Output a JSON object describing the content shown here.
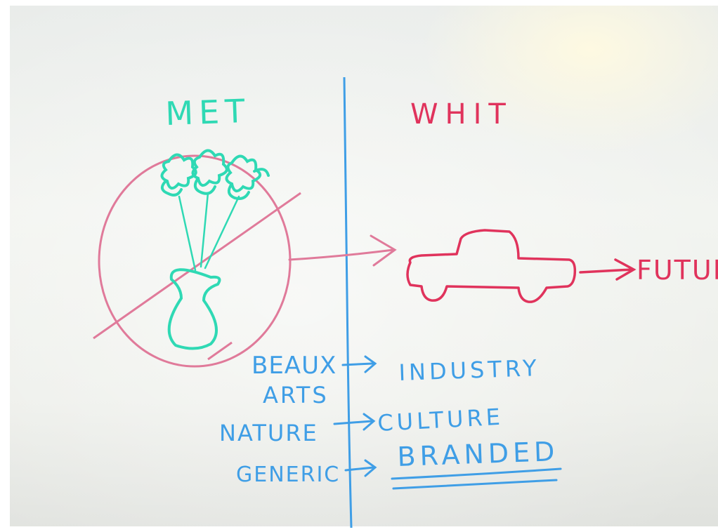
{
  "whiteboard": {
    "left_heading": "MET",
    "right_heading": "WHIT",
    "arrow_target": "FUTUR",
    "pairs": [
      {
        "from": "BEAUX",
        "from_line2": "ARTS",
        "to": "INDUSTRY"
      },
      {
        "from": "NATURE",
        "to": "CULTURE"
      },
      {
        "from": "GENERIC",
        "to": "BRANDED"
      }
    ],
    "drawings": [
      "flower-vase-sketch",
      "crossed-out-circle",
      "pickup-truck-sketch",
      "center-divider-line"
    ],
    "colors": {
      "green_marker": "#2fd9b4",
      "red_marker": "#e0335c",
      "pink_marker": "#e07a9a",
      "blue_marker": "#3f9ee6"
    }
  }
}
